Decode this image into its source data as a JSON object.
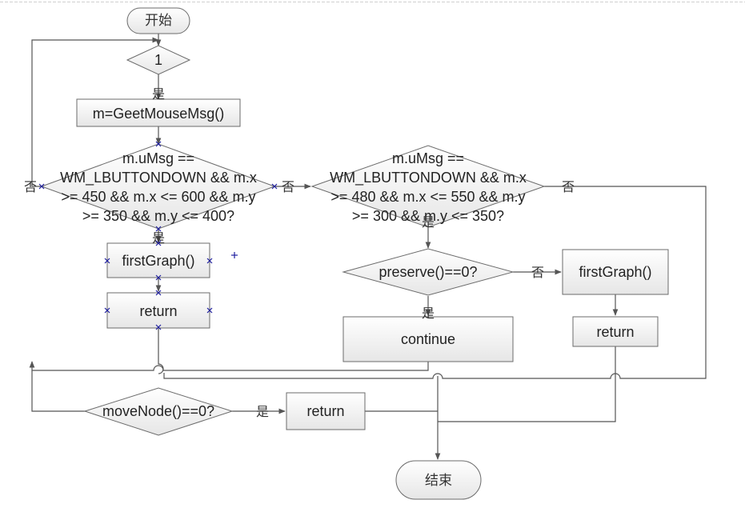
{
  "nodes": {
    "start": "开始",
    "loop_cond": "1",
    "get_msg": "m=GeetMouseMsg()",
    "cond_a": [
      "m.uMsg ==",
      "WM_LBUTTONDOWN && m.x",
      ">= 450 && m.x <= 600 && m.y",
      ">= 350 && m.y <= 400?"
    ],
    "first_graph_a": "firstGraph()",
    "return_a": "return",
    "cond_b": [
      "m.uMsg ==",
      "WM_LBUTTONDOWN && m.x",
      ">= 480 && m.x <= 550 && m.y",
      ">= 300 && m.y <= 350?"
    ],
    "preserve_cond": "preserve()==0?",
    "continue": "continue",
    "first_graph_b": "firstGraph()",
    "return_b": "return",
    "move_cond": "moveNode()==0?",
    "return_c": "return",
    "end": "结束"
  },
  "edge_labels": {
    "yes_loop": "是",
    "no_cond_a": "否",
    "no_cond_a_right": "否",
    "yes_cond_a": "是",
    "yes_cond_b": "是",
    "no_cond_b": "否",
    "no_preserve": "否",
    "yes_preserve": "是",
    "yes_move": "是"
  },
  "colors": {
    "node_fill_top": "#ffffff",
    "node_fill_bottom": "#e8e8e8",
    "edge": "#555555",
    "handle": "#2020a0",
    "guide_line": "#c8c8c8"
  }
}
